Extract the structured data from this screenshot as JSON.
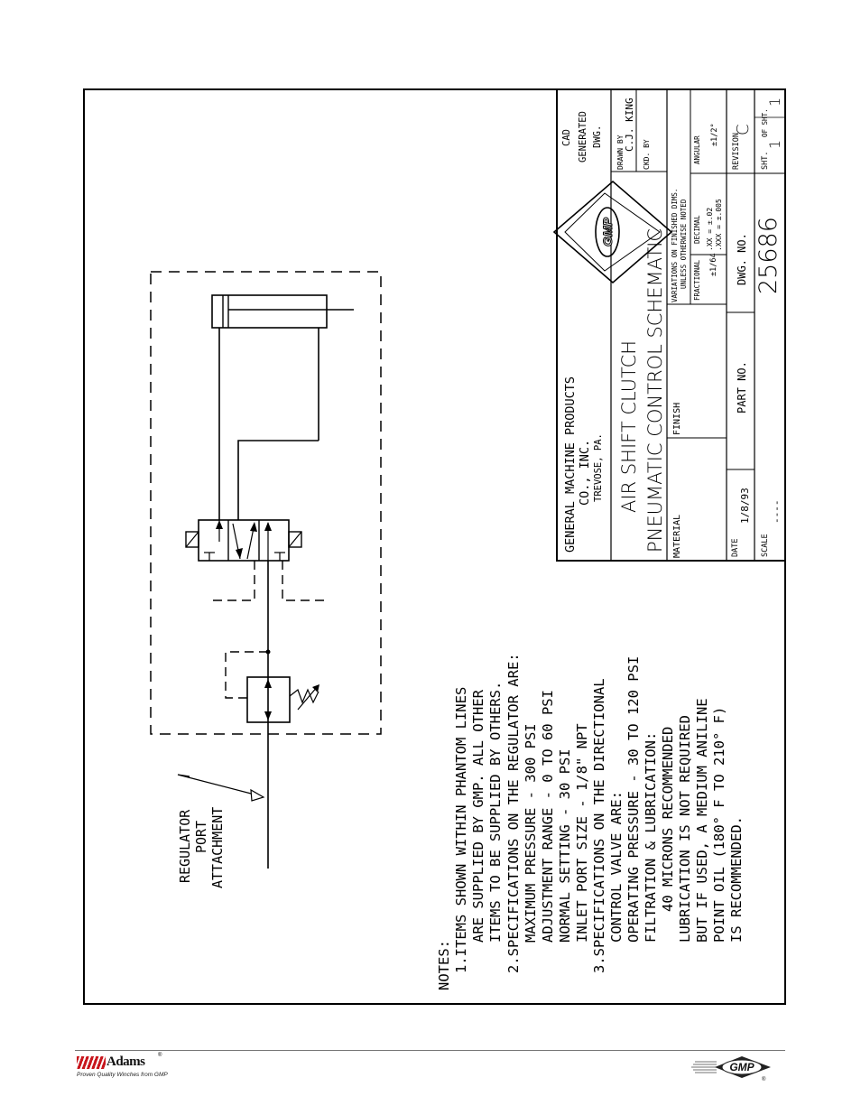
{
  "title_block": {
    "company_line1": "GENERAL MACHINE PRODUCTS",
    "company_line2": "CO., INC.",
    "company_line3": "TREVOSE, PA.",
    "title_line1": "AIR SHIFT CLUTCH",
    "title_line2": "PNEUMATIC CONTROL SCHEMATIC",
    "cad_line1": "CAD",
    "cad_line2": "GENERATED",
    "cad_line3": "DWG.",
    "logo_text": "GMP",
    "drawn_by_label": "DRAWN BY",
    "drawn_by_value": "C.J. KING",
    "checked_by_label": "CKD. BY",
    "material_label": "MATERIAL",
    "finish_label": "FINISH",
    "tol_line1": "VARIATIONS ON FINISHED DIMS.",
    "tol_line2": "UNLESS OTHERWISE NOTED",
    "tol_fractional_label": "FRACTIONAL",
    "tol_fractional_value": "±1/64",
    "tol_decimal_label": "DECIMAL",
    "tol_decimal_xx": ".XX = ±.02",
    "tol_decimal_xxx": ".XXX = ±.005",
    "tol_angular_label": "ANGULAR",
    "tol_angular_value": "±1/2°",
    "date_label": "DATE",
    "date_value": "1/8/93",
    "scale_label": "SCALE",
    "scale_value": "----",
    "part_no_label": "PART NO.",
    "dwg_no_label": "DWG. NO.",
    "dwg_no_value": "25686",
    "revision_label": "REVISION",
    "revision_value": "C",
    "sheet_label": "SHT.",
    "sheet_value": "1",
    "sheet_of_label": "OF SHT.",
    "sheet_total": "1"
  },
  "diagram": {
    "attachment_line1": "REGULATOR",
    "attachment_line2": "PORT",
    "attachment_line3": "ATTACHMENT"
  },
  "notes": {
    "heading": "NOTES:",
    "lines": [
      "1.ITEMS SHOWN WITHIN PHANTOM LINES",
      "ARE SUPPLIED BY GMP. ALL OTHER",
      "ITEMS TO BE SUPPLIED BY OTHERS.",
      "2.SPECIFICATIONS ON THE REGULATOR ARE:",
      "MAXIMUM PRESSURE - 300 PSI",
      "ADJUSTMENT RANGE - 0 TO 60 PSI",
      "NORMAL SETTING - 30 PSI",
      "INLET PORT SIZE - 1/8\" NPT",
      "3.SPECIFICATIONS ON THE DIRECTIONAL",
      "CONTROL VALVE ARE:",
      "OPERATING PRESSURE - 30 TO 120 PSI",
      "FILTRATION & LUBRICATION:",
      "40 MICRONS RECOMMENDED",
      "LUBRICATION IS NOT REQUIRED",
      "BUT IF USED, A MEDIUM ANILINE",
      "POINT OIL (180° F TO 210° F)",
      "IS RECOMMENDED."
    ]
  },
  "footer": {
    "brand_name": "Adams",
    "brand_tagline": "Proven Quality Winches from GMP",
    "registered_mark": "®",
    "gmp_logo_text": "GMP"
  },
  "colors": {
    "brand_red": "#c8161d",
    "ink": "#000000"
  }
}
